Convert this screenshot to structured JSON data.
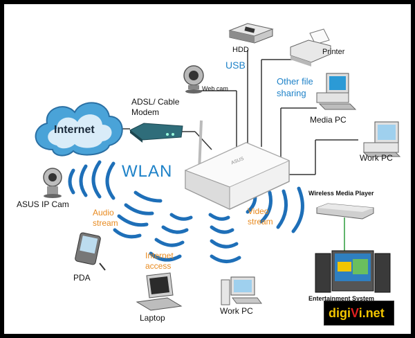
{
  "labels": {
    "hdd": "HDD",
    "printer": "Printer",
    "usb": "USB",
    "webcam": "Web cam",
    "other_file_sharing_1": "Other file",
    "other_file_sharing_2": "sharing",
    "adsl_1": "ADSL/ Cable",
    "adsl_2": "Modem",
    "media_pc": "Media PC",
    "internet": "Internet",
    "work_pc_top": "Work PC",
    "wlan": "WLAN",
    "asus_ip_cam": "ASUS IP Cam",
    "wireless_media_player": "Wireless Media Player",
    "audio_1": "Audio",
    "audio_2": "stream",
    "video_1": "Video",
    "video_2": "stream",
    "pda": "PDA",
    "internet_access_1": "Internet",
    "internet_access_2": "access",
    "laptop": "Laptop",
    "work_pc_bottom": "Work PC",
    "entertainment_system": "Entertainment System",
    "router_brand": "ASUS",
    "logo_digi": "digi",
    "logo_v": "V",
    "logo_net": "i.net"
  },
  "colors": {
    "accent_blue": "#1e82c8",
    "label_orange": "#e88a1f",
    "cloud_blue": "#4aa3d8",
    "logo_bg": "#000000",
    "logo_yellow": "#f2c500",
    "logo_red": "#e02020"
  }
}
